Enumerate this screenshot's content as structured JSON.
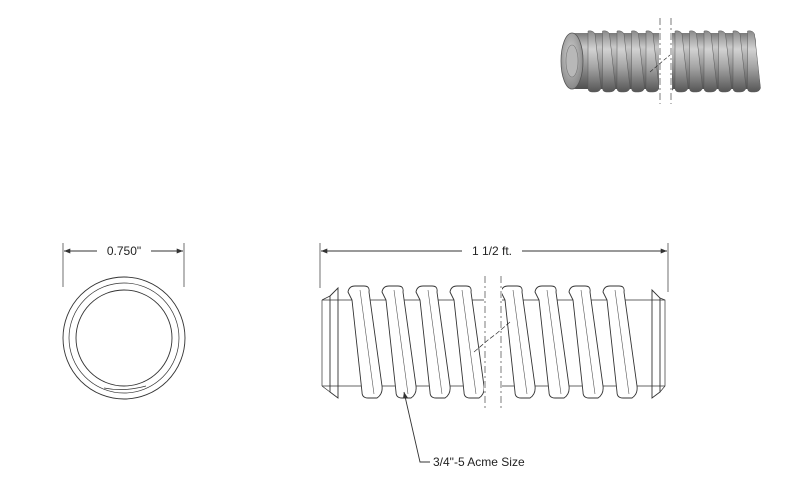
{
  "end_view": {
    "diameter_label": "0.750\""
  },
  "side_view": {
    "length_label": "1 1/2 ft.",
    "thread_callout": "3/4\"-5 Acme Size"
  },
  "colors": {
    "line": "#333333",
    "render_body": "#9a9a9a",
    "render_highlight": "#c8c8c8",
    "render_shadow": "#5e5e5e"
  }
}
